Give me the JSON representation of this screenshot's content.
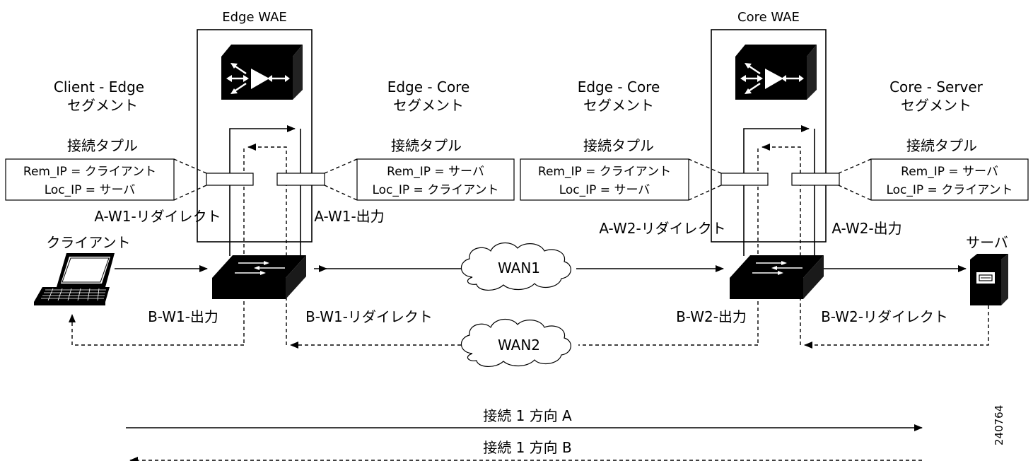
{
  "nodes": {
    "edge_wae": "Edge WAE",
    "core_wae": "Core WAE",
    "client": "クライアント",
    "server": "サーバ",
    "wan1": "WAN1",
    "wan2": "WAN2"
  },
  "segments": {
    "client_edge": [
      "Client - Edge",
      "セグメント"
    ],
    "edge_core_1": [
      "Edge - Core",
      "セグメント"
    ],
    "edge_core_2": [
      "Edge - Core",
      "セグメント"
    ],
    "core_server": [
      "Core - Server",
      "セグメント"
    ]
  },
  "tuples": {
    "heading": "接続タプル",
    "t1": [
      "Rem_IP = クライアント",
      "Loc_IP = サーバ"
    ],
    "t2": [
      "Rem_IP = サーバ",
      "Loc_IP = クライアント"
    ],
    "t3": [
      "Rem_IP = クライアント",
      "Loc_IP = サーバ"
    ],
    "t4": [
      "Rem_IP = サーバ",
      "Loc_IP = クライアント"
    ]
  },
  "interfaces": {
    "a_w1_redirect": "A-W1-リダイレクト",
    "a_w1_out": "A-W1-出力",
    "b_w1_out": "B-W1-出力",
    "b_w1_redirect": "B-W1-リダイレクト",
    "a_w2_redirect": "A-W2-リダイレクト",
    "a_w2_out": "A-W2-出力",
    "b_w2_out": "B-W2-出力",
    "b_w2_redirect": "B-W2-リダイレクト"
  },
  "directions": {
    "a": "接続 1 方向 A",
    "b": "接続 1 方向 B"
  },
  "figure_id": "240764"
}
